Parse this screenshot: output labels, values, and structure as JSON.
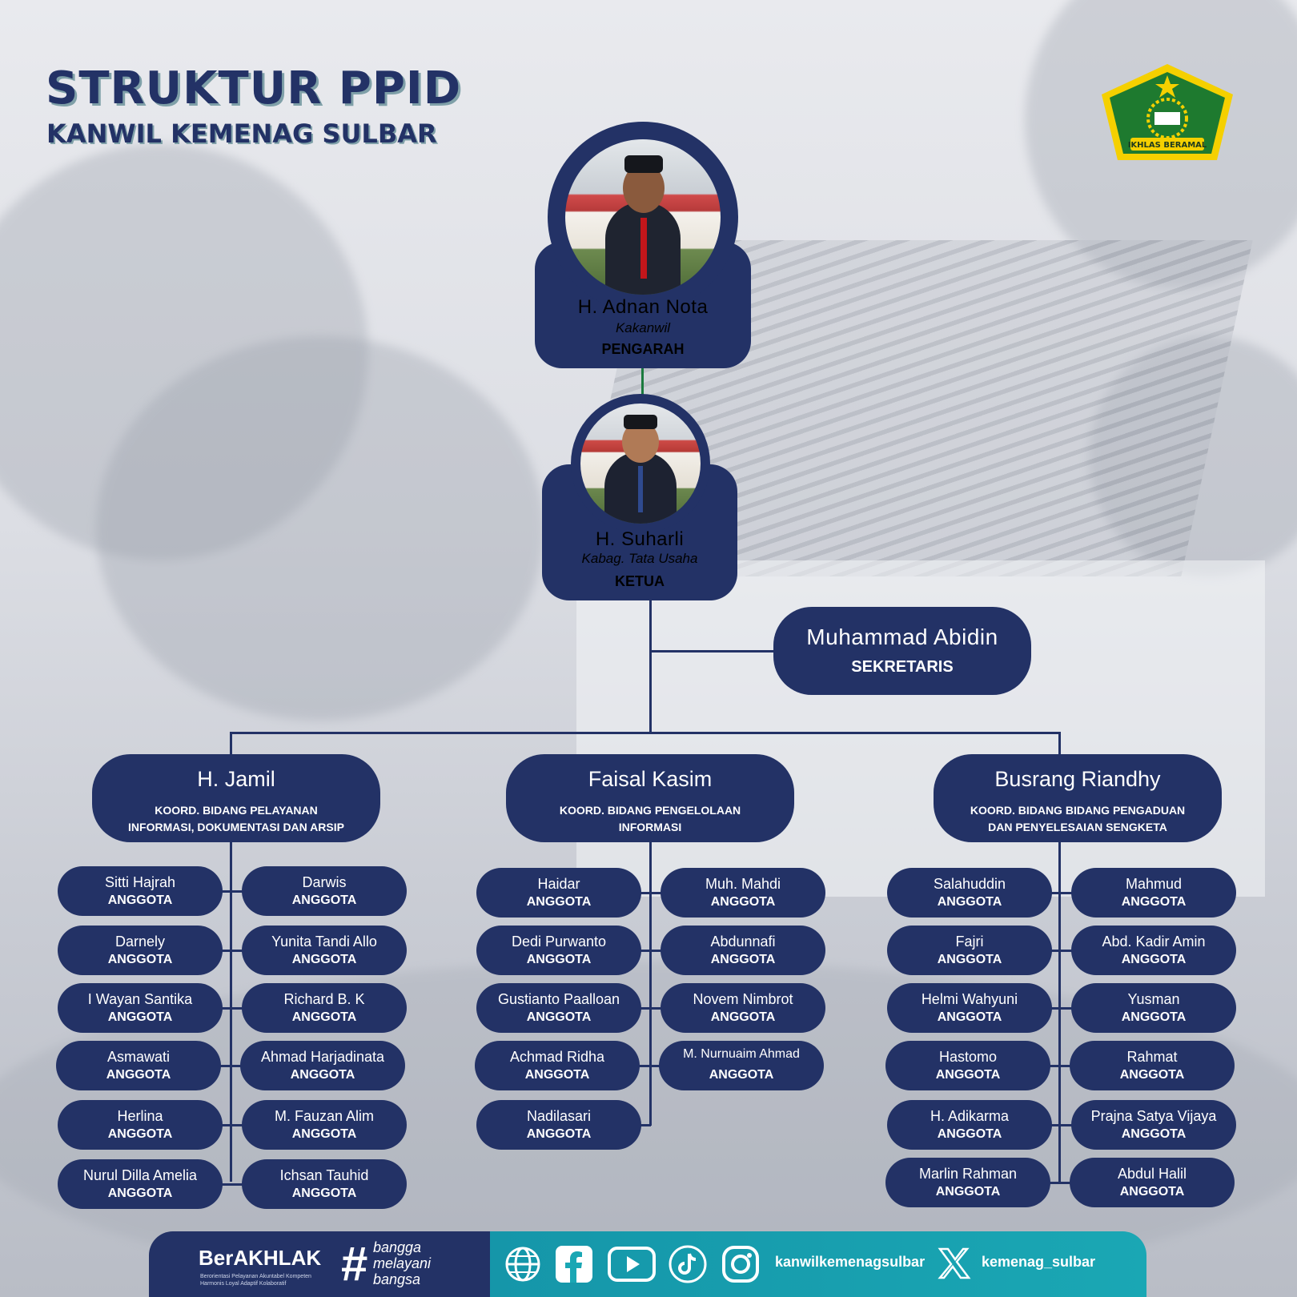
{
  "header": {
    "title": "STRUKTUR PPID",
    "subtitle": "KANWIL KEMENAG SULBAR"
  },
  "logo": {
    "text": "IKHLAS BERAMAL",
    "icon": "kemenag-emblem-icon"
  },
  "pengarah": {
    "name": "H. Adnan Nota",
    "position": "Kakanwil",
    "role": "PENGARAH"
  },
  "ketua": {
    "name": "H. Suharli",
    "position": "Kabag. Tata Usaha",
    "role": "KETUA"
  },
  "sekretaris": {
    "name": "Muhammad Abidin",
    "role": "SEKRETARIS"
  },
  "groups": [
    {
      "name": "H. Jamil",
      "role_line1": "KOORD. BIDANG PELAYANAN",
      "role_line2": "INFORMASI, DOKUMENTASI DAN ARSIP",
      "members": [
        {
          "name": "Sitti Hajrah",
          "role": "ANGGOTA"
        },
        {
          "name": "Darwis",
          "role": "ANGGOTA"
        },
        {
          "name": "Darnely",
          "role": "ANGGOTA"
        },
        {
          "name": "Yunita Tandi Allo",
          "role": "ANGGOTA"
        },
        {
          "name": "I Wayan Santika",
          "role": "ANGGOTA"
        },
        {
          "name": "Richard B. K",
          "role": "ANGGOTA"
        },
        {
          "name": "Asmawati",
          "role": "ANGGOTA"
        },
        {
          "name": "Ahmad Harjadinata",
          "role": "ANGGOTA"
        },
        {
          "name": "Herlina",
          "role": "ANGGOTA"
        },
        {
          "name": "M. Fauzan Alim",
          "role": "ANGGOTA"
        },
        {
          "name": "Nurul Dilla Amelia",
          "role": "ANGGOTA"
        },
        {
          "name": "Ichsan Tauhid",
          "role": "ANGGOTA"
        }
      ]
    },
    {
      "name": "Faisal Kasim",
      "role_line1": "KOORD. BIDANG PENGELOLAAN",
      "role_line2": "INFORMASI",
      "members": [
        {
          "name": "Haidar",
          "role": "ANGGOTA"
        },
        {
          "name": "Muh. Mahdi",
          "role": "ANGGOTA"
        },
        {
          "name": "Dedi Purwanto",
          "role": "ANGGOTA"
        },
        {
          "name": "Abdunnafi",
          "role": "ANGGOTA"
        },
        {
          "name": "Gustianto Paalloan",
          "role": "ANGGOTA"
        },
        {
          "name": "Novem Nimbrot",
          "role": "ANGGOTA"
        },
        {
          "name": "Achmad Ridha",
          "role": "ANGGOTA"
        },
        {
          "name": "M. Nurnuaim Ahmad",
          "role": "ANGGOTA"
        },
        {
          "name": "Nadilasari",
          "role": "ANGGOTA"
        }
      ]
    },
    {
      "name": "Busrang Riandhy",
      "role_line1": "KOORD. BIDANG BIDANG PENGADUAN",
      "role_line2": "DAN PENYELESAIAN SENGKETA",
      "members": [
        {
          "name": "Salahuddin",
          "role": "ANGGOTA"
        },
        {
          "name": "Mahmud",
          "role": "ANGGOTA"
        },
        {
          "name": "Fajri",
          "role": "ANGGOTA"
        },
        {
          "name": "Abd. Kadir Amin",
          "role": "ANGGOTA"
        },
        {
          "name": "Helmi Wahyuni",
          "role": "ANGGOTA"
        },
        {
          "name": "Yusman",
          "role": "ANGGOTA"
        },
        {
          "name": "Hastomo",
          "role": "ANGGOTA"
        },
        {
          "name": "Rahmat",
          "role": "ANGGOTA"
        },
        {
          "name": "H. Adikarma",
          "role": "ANGGOTA"
        },
        {
          "name": "Prajna Satya Vijaya",
          "role": "ANGGOTA"
        },
        {
          "name": "Marlin Rahman",
          "role": "ANGGOTA"
        },
        {
          "name": "Abdul Halil",
          "role": "ANGGOTA"
        }
      ]
    }
  ],
  "footer": {
    "brand": "BerAKHLAK",
    "brand_tagline1": "Berorientasi Pelayanan Akuntabel Kompeten",
    "brand_tagline2": "Harmonis Loyal Adaptif Kolaboratif",
    "hashtag_symbol": "#",
    "hashtag1": "bangga",
    "hashtag2": "melayani",
    "hashtag3": "bangsa",
    "social_handle": "kanwilkemenagsulbar",
    "x_handle": "kemenag_sulbar",
    "icons": [
      "globe-icon",
      "facebook-icon",
      "youtube-icon",
      "tiktok-icon",
      "instagram-icon",
      "x-icon"
    ]
  },
  "colors": {
    "navy": "#233266",
    "teal": "#1aa7b4",
    "connector_green": "#1b7a3e"
  }
}
